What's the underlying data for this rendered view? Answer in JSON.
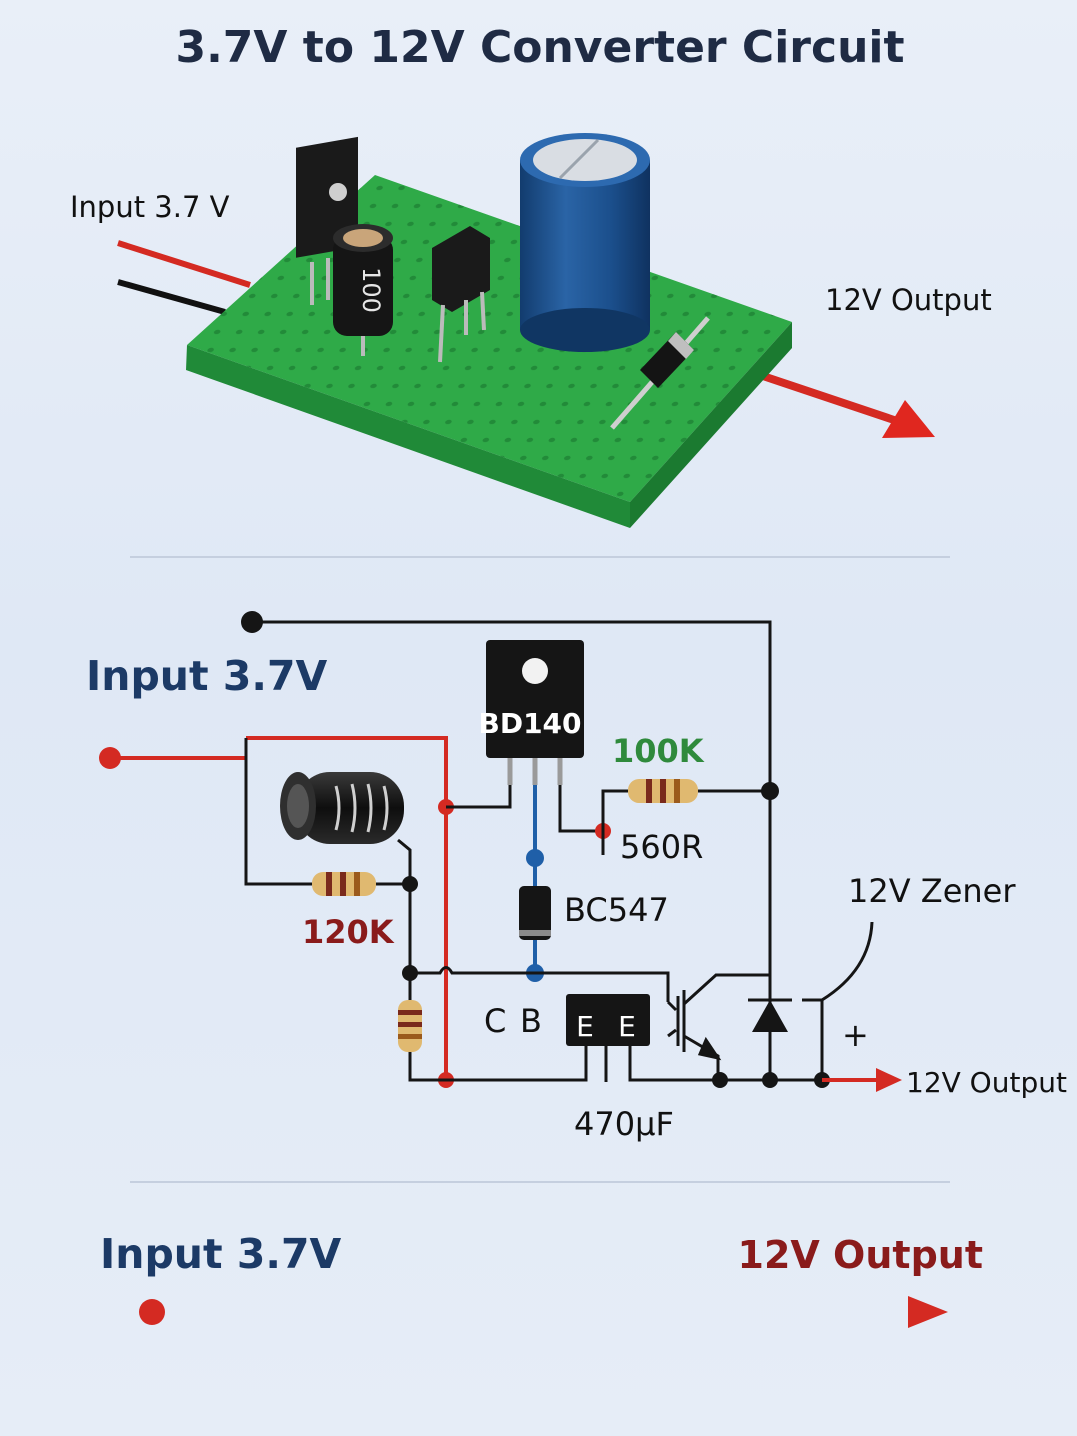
{
  "title": "3.7V to 12V Converter Circuit",
  "board": {
    "input_label": "Input 3.7 V",
    "output_label": "12V Output",
    "inductor_marking": "100"
  },
  "schematic": {
    "input_label": "Input 3.7V",
    "transistor_label": "BD140",
    "resistor_100k": "100K",
    "resistor_560r": "560R",
    "resistor_120k": "120K",
    "bc547_label": "BC547",
    "zener_label": "12V Zener",
    "pin_c": "C",
    "pin_b": "B",
    "pin_e1": "E",
    "pin_e2": "E",
    "plus_sign": "+",
    "capacitor_label": "470µF",
    "output_label": "12V Output"
  },
  "flow": {
    "input_label": "Input 3.7V",
    "output_label": "12V Output"
  },
  "colors": {
    "board_green": "#2faa48",
    "wire_red": "#d42a22",
    "wire_black": "#111111",
    "label_green": "#2f8a3c",
    "label_darkred": "#8a1b1b",
    "label_navy": "#1c3a66",
    "capacitor_blue": "#1b4f8c"
  }
}
